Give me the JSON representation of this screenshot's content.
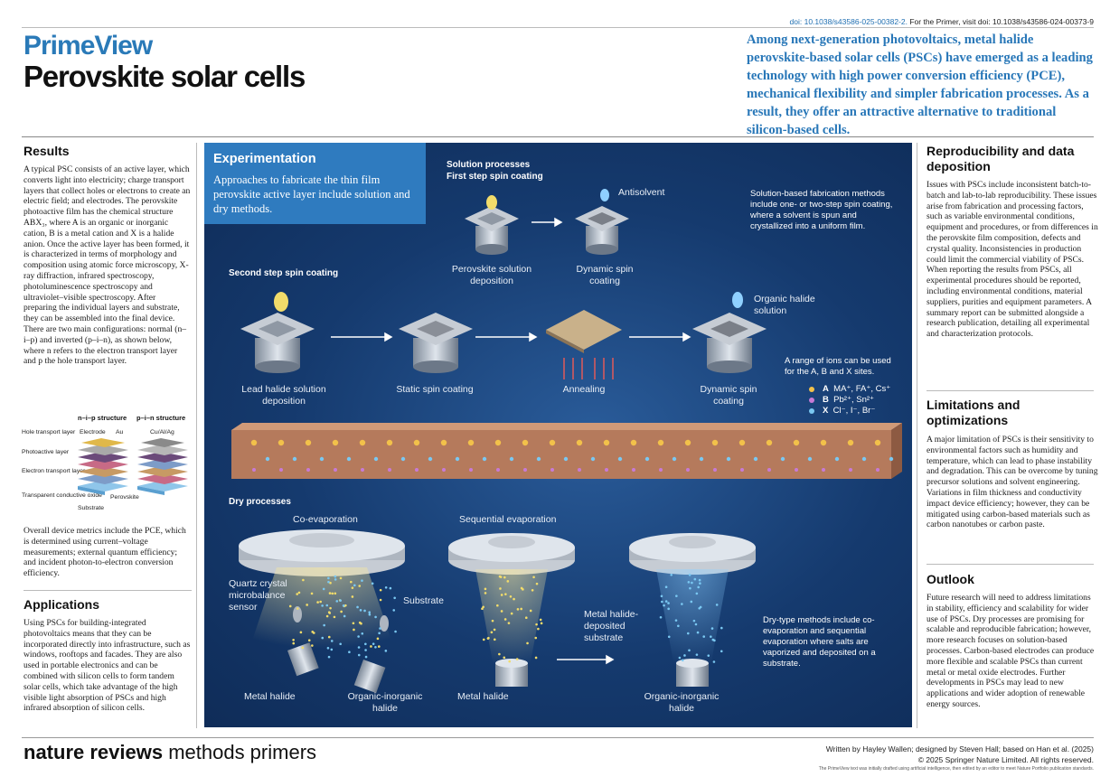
{
  "header": {
    "doi1": "doi: 10.1038/s43586-025-00382-2.",
    "doi_text": " For the Primer, visit doi: 10.1038/s43586-024-00373-9",
    "brand": "PrimeView",
    "title": "Perovskite solar cells",
    "intro": "Among next-generation photovoltaics, metal halide perovskite-based solar cells (PSCs) have emerged as a leading technology with high power conversion efficiency (PCE), mechanical flexibility and simpler fabrication processes. As a result, they offer an attractive alternative to traditional silicon-based cells."
  },
  "results": {
    "heading": "Results",
    "p1": "A typical PSC consists of an active layer, which converts light into electricity; charge transport layers that collect holes or electrons to create an electric field; and electrodes. The perovskite photoactive film has the chemical structure ABX₃, where A is an organic or inorganic cation, B is a metal cation and X is a halide anion. Once the active layer has been formed, it is characterized in terms of morphology and composition using atomic force microscopy, X-ray diffraction, infrared spectroscopy, photoluminescence spectroscopy and ultraviolet–visible spectroscopy. After preparing the individual layers and substrate, they can be assembled into the final device. There are two main configurations: normal (n–i–p) and inverted (p–i–n), as shown below, where n refers to the electron transport layer and p the hole transport layer.",
    "p2": "Overall device metrics include the PCE, which is determined using current–voltage measurements; external quantum efficiency; and incident photon-to-electron conversion efficiency.",
    "diagram": {
      "nip": "n–i–p structure",
      "pin": "p–i–n structure",
      "hole": "Hole transport layer",
      "photo": "Photoactive layer",
      "electron": "Electron transport layer",
      "tco": "Transparent conductive oxide",
      "substrate": "Substrate",
      "electrode": "Electrode",
      "au": "Au",
      "cu": "Cu/Al/Ag",
      "perovskite": "Perovskite"
    }
  },
  "applications": {
    "heading": "Applications",
    "p1": "Using PSCs for building-integrated photovoltaics means that they can be incorporated directly into infrastructure, such as windows, rooftops and facades. They are also used in portable electronics and can be combined with silicon cells to form tandem solar cells, which take advantage of the high visible light absorption of PSCs and high infrared absorption of silicon cells."
  },
  "experimentation": {
    "heading": "Experimentation",
    "sub": "Approaches to fabricate the thin film perovskite active layer include solution and dry methods.",
    "solution_title": "Solution processes",
    "first_step": "First step spin coating",
    "antisolvent": "Antisolvent",
    "perov_dep": "Perovskite solution deposition",
    "dynamic1": "Dynamic spin coating",
    "solution_note": "Solution-based fabrication methods include one- or two-step spin coating, where a solvent is spun and crystallized into a uniform film.",
    "second_step": "Second step spin coating",
    "lead_dep": "Lead halide solution deposition",
    "static": "Static spin coating",
    "annealing": "Annealing",
    "dynamic2": "Dynamic spin coating",
    "organic_sol": "Organic halide solution",
    "ions_note": "A range of ions can be used for the A, B and X sites.",
    "ion_a_key": "A",
    "ion_a": "MA⁺, FA⁺, Cs⁺",
    "ion_b_key": "B",
    "ion_b": "Pb²⁺, Sn²⁺",
    "ion_x_key": "X",
    "ion_x": "Cl⁻, I⁻, Br⁻",
    "dry_title": "Dry processes",
    "coevap": "Co-evaporation",
    "seqevap": "Sequential evaporation",
    "qcm": "Quartz crystal microbalance sensor",
    "substrate": "Substrate",
    "metal1": "Metal halide",
    "organic1": "Organic-inorganic halide",
    "metal2": "Metal halide",
    "mhd": "Metal halide-deposited substrate",
    "organic2": "Organic-inorganic halide",
    "dry_note": "Dry-type methods include co-evaporation and sequential evaporation where salts are vaporized and deposited on a substrate."
  },
  "reproducibility": {
    "heading": "Reproducibility and data deposition",
    "p1": "Issues with PSCs include inconsistent batch-to-batch and lab-to-lab reproducibility. These issues arise from fabrication and processing factors, such as variable environmental conditions, equipment and procedures, or from differences in the perovskite film composition, defects and crystal quality. Inconsistencies in production could limit the commercial viability of PSCs. When reporting the results from PSCs, all experimental procedures should be reported, including environmental conditions, material suppliers, purities and equipment parameters. A summary report can be submitted alongside a research publication, detailing all experimental and characterization protocols."
  },
  "limitations": {
    "heading": "Limitations and optimizations",
    "p1": "A major limitation of PSCs is their sensitivity to environmental factors such as humidity and temperature, which can lead to phase instability and degradation. This can be overcome by tuning precursor solutions and solvent engineering. Variations in film thickness and conductivity impact device efficiency; however, they can be mitigated using carbon-based materials such as carbon nanotubes or carbon paste."
  },
  "outlook": {
    "heading": "Outlook",
    "p1": "Future research will need to address limitations in stability, efficiency and scalability for wider use of PSCs. Dry processes are promising for scalable and reproducible fabrication; however, more research focuses on solution-based processes. Carbon-based electrodes can produce more flexible and scalable PSCs than current metal or metal oxide electrodes. Further developments in PSCs may lead to new applications and wider adoption of renewable energy sources."
  },
  "footer": {
    "logo_bold": "nature reviews",
    "logo_rest": " methods primers",
    "credit1": "Written by Hayley Wallen; designed by Steven Hall; based on Han et al. (2025)",
    "credit2": "© 2025 Springer Nature Limited. All rights reserved.",
    "fine": "The PrimeView text was initially drafted using artificial intelligence, then edited by an editor to meet Nature Portfolio publication standards."
  },
  "colors": {
    "brand": "#2a7ab8",
    "panel": "#153a6e",
    "accent": "#2f7bbf"
  }
}
